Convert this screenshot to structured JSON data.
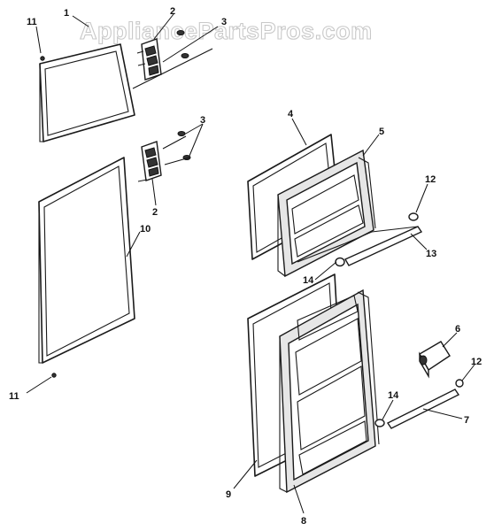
{
  "watermark": "AppliancePartsPros.com",
  "callouts": {
    "c1": "1",
    "c2a": "2",
    "c3a": "3",
    "c11a": "11",
    "c3b": "3",
    "c2b": "2",
    "c10": "10",
    "c11b": "11",
    "c4": "4",
    "c5": "5",
    "c12a": "12",
    "c13": "13",
    "c14a": "14",
    "c6": "6",
    "c12b": "12",
    "c14b": "14",
    "c7": "7",
    "c9": "9",
    "c8": "8"
  }
}
